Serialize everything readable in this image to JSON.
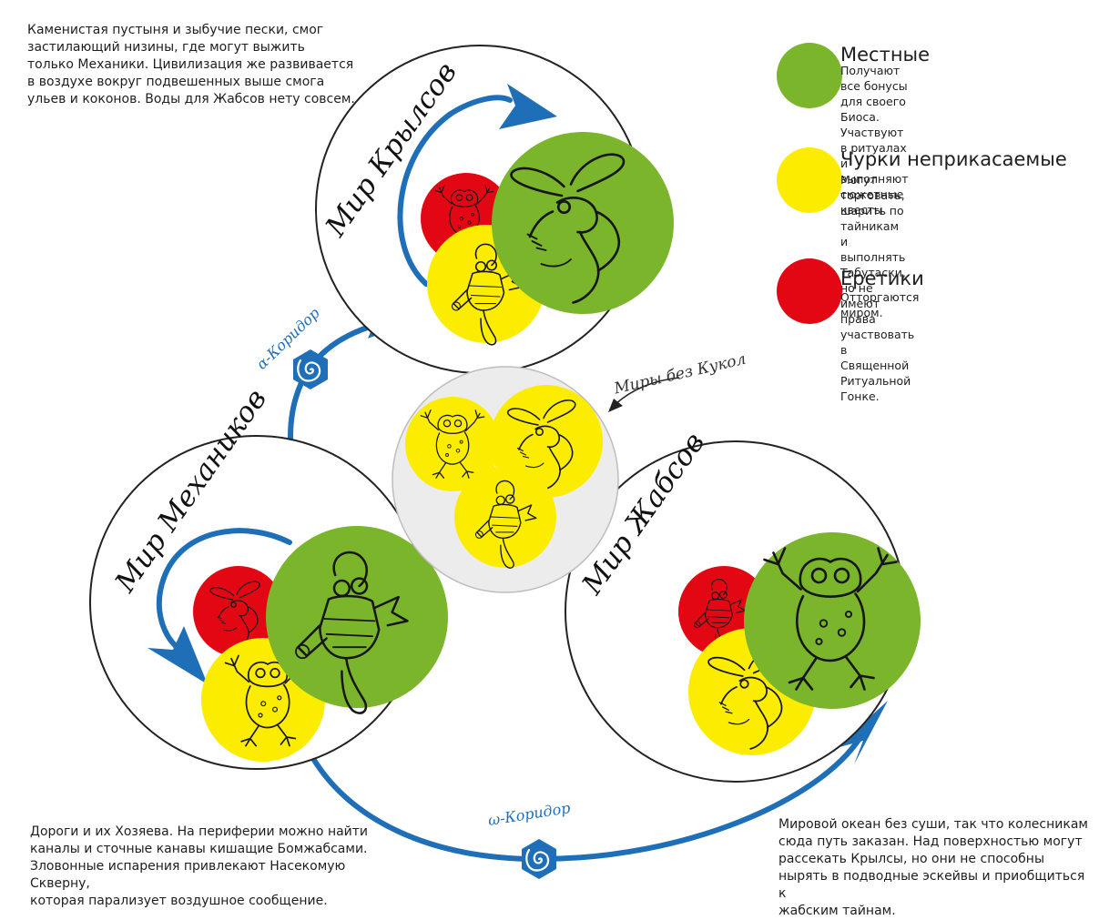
{
  "colors": {
    "local_green": "#7ab52b",
    "untouchable_yellow": "#fbec00",
    "heretic_red": "#e30613",
    "corridor_blue": "#1f6fb8"
  },
  "descriptions": {
    "top_left": "Каменистая пустыня и зыбучие пески, смог\nзастилающий низины, где могут выжить\nтолько Механики. Цивилизация же развивается\nв воздухе вокруг подвешенных выше смога\nульев и коконов. Воды для Жабсов нету совсем.",
    "bottom_left": "Дороги и их Хозяева. На периферии можно найти\nканалы и сточные канавы кишащие Бомжабсами.\nЗловонные испарения привлекают Насекомую Скверну,\nкоторая парализует воздушное сообщение.",
    "bottom_right": "Мировой океан без суши, так что колесникам\nсюда путь заказан. Над поверхностью могут\nрассекать Крылсы, но они не способны\nнырять в подводные эскейвы и приобщиться к\nжабским тайнам."
  },
  "legend": [
    {
      "title": "Местные",
      "desc": "Получают все бонусы для своего Биоса.\nУчаствуют в ритуалах и выполняют\nсюжетные квесты.",
      "color": "#7ab52b"
    },
    {
      "title": "Чурки неприкасаемые",
      "desc": "Могут торговать, шарить по тайникам\nи выполнять Табутаски,\nно не имеют права участвовать в\nСвященной Ритуальной Гонке.",
      "color": "#fbec00"
    },
    {
      "title": "Еретики",
      "desc": "Отторгаются миром.",
      "color": "#e30613"
    }
  ],
  "worlds": {
    "krylsy": "Мир Крылсов",
    "mekhaniki": "Мир Механиков",
    "zhabsy": "Мир Жабсов"
  },
  "corridors": {
    "alpha": "α-Коридор",
    "omega": "ω-Коридор"
  },
  "puppetless": "Миры без Кукол",
  "icons": {
    "creature_wing": "mosquito-drawing",
    "creature_mech": "mechanic-drawing",
    "creature_frog": "frog-drawing",
    "portal": "spiral-hexagon-icon",
    "rotation": "curved-arrow-icon"
  }
}
